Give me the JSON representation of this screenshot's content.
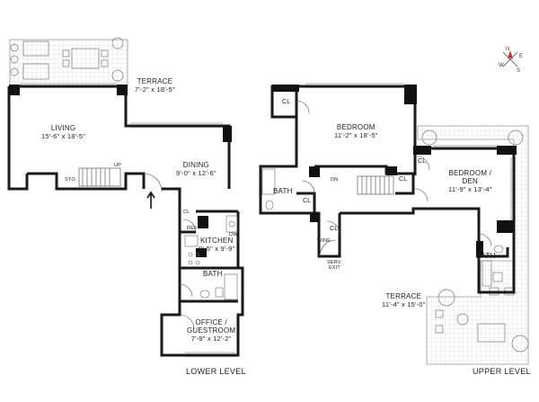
{
  "lower_level": {
    "title": "LOWER LEVEL",
    "rooms": {
      "terrace": {
        "name": "TERRACE",
        "dims": "7'-2\" x 18'-5\""
      },
      "living": {
        "name": "LIVING",
        "dims": "15'-6\" x 18'-5\""
      },
      "dining": {
        "name": "DINING",
        "dims": "9'-0\" x 12'-6\""
      },
      "kitchen": {
        "name": "KITCHEN",
        "dims": "9'-5\" x 9'-9\""
      },
      "bath": {
        "name": "BATH"
      },
      "office": {
        "name_line1": "OFFICE /",
        "name_line2": "GUESTROOM",
        "dims": "7'-9\" x 12'-2\""
      }
    },
    "fixtures": {
      "sto": "STO.",
      "up": "UP",
      "cl": "CL",
      "ref": "REF",
      "dw": "DW"
    }
  },
  "upper_level": {
    "title": "UPPER LEVEL",
    "rooms": {
      "bedroom": {
        "name": "BEDROOM",
        "dims": "11'-2\" x 18'-5\""
      },
      "bedroom_den": {
        "name_line1": "BEDROOM /",
        "name_line2": "DEN",
        "dims": "11'-9\" x 13'-4\""
      },
      "bath1": {
        "name": "BATH"
      },
      "bath2": {
        "name": "BATH"
      },
      "terrace": {
        "name": "TERRACE",
        "dims": "11'-4\" x 15'-0\""
      }
    },
    "fixtures": {
      "cl1": "CL",
      "cl2": "CL",
      "cl3": "CL",
      "cl4": "CL",
      "cl5": "CL",
      "dn": "DN",
      "wine": "WINE",
      "serv1": "SERV.",
      "serv2": "EXIT"
    }
  },
  "compass": {
    "n": "N",
    "e": "E",
    "s": "S",
    "w": "W"
  }
}
